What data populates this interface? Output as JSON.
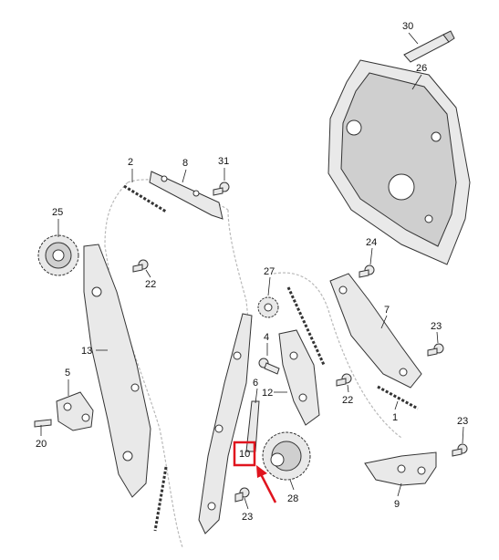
{
  "labels": {
    "p1": "1",
    "p2": "2",
    "p4": "4",
    "p5": "5",
    "p6": "6",
    "p7": "7",
    "p8": "8",
    "p9": "9",
    "p10": "10",
    "p12": "12",
    "p13": "13",
    "p20": "20",
    "p22a": "22",
    "p22b": "22",
    "p23a": "23",
    "p23b": "23",
    "p23c": "23",
    "p24": "24",
    "p25": "25",
    "p26": "26",
    "p27": "27",
    "p28": "28",
    "p30": "30",
    "p31": "31"
  },
  "highlight": {
    "part": "10",
    "box_color": "#e0141e",
    "arrow_color": "#e0141e"
  }
}
